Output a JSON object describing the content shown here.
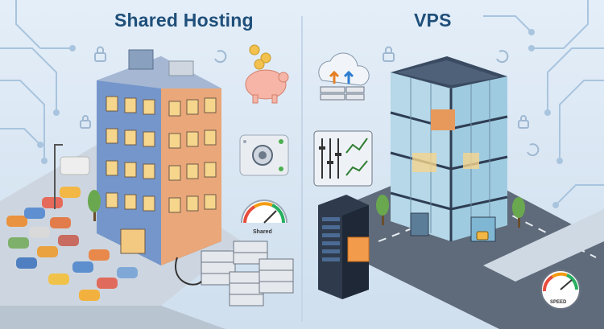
{
  "titles": {
    "left": "Shared Hosting",
    "right": "VPS"
  },
  "gauges": {
    "shared_label": "Shared",
    "vps_label": "SPEED"
  },
  "colors": {
    "background": "#dbe8f4",
    "title": "#1f4f7a",
    "circuit": "#a9c4de",
    "building_left_blue": "#6f8fc4",
    "building_left_orange": "#e9a77a",
    "glass": "#a9cfe4",
    "window_lit": "#f6d58c"
  },
  "icons": [
    "lock-icon",
    "refresh-icon",
    "piggy-bank-icon",
    "cloud-upload-icon",
    "control-panel-icon",
    "gauge-icon",
    "server-rack-icon"
  ]
}
